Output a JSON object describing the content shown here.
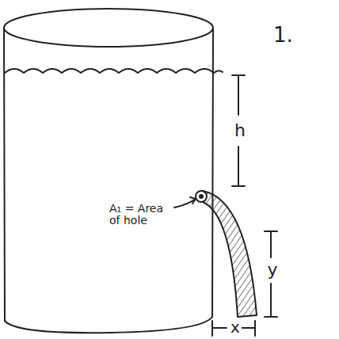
{
  "diagram": {
    "labels": [
      "1.",
      "h",
      "A₁ = Area of hole",
      "y",
      "x"
    ]
  }
}
